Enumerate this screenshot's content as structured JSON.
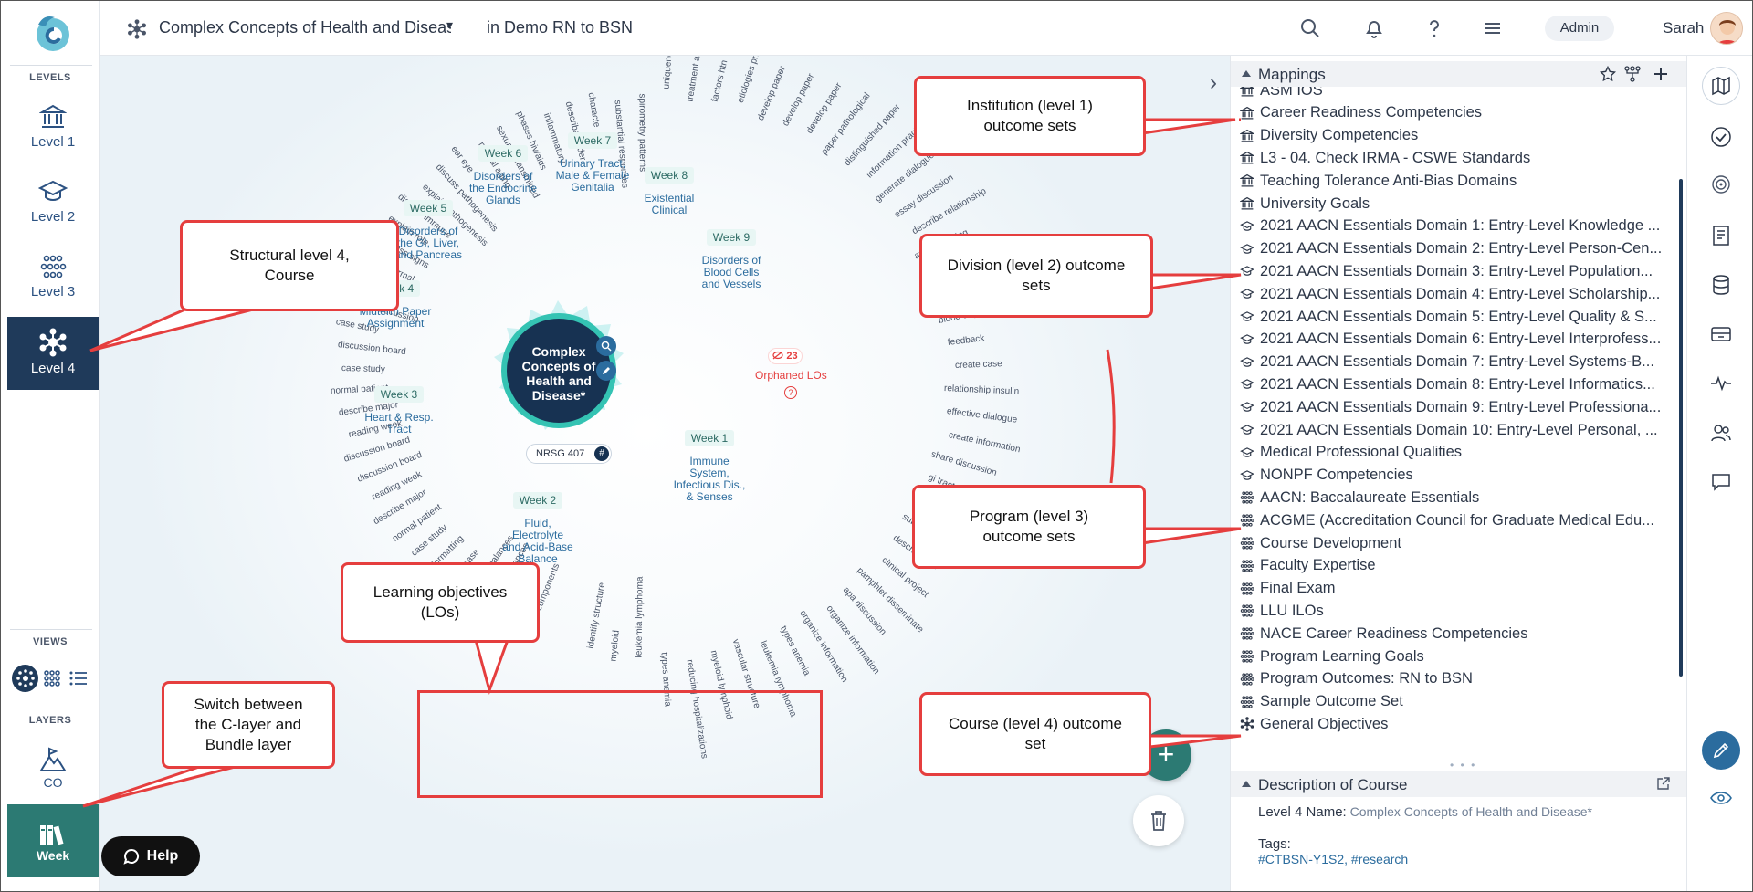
{
  "rail": {
    "levels_heading": "LEVELS",
    "levels": [
      {
        "label": "Level 1",
        "icon": "institution-icon"
      },
      {
        "label": "Level 2",
        "icon": "graduation-cap-icon"
      },
      {
        "label": "Level 3",
        "icon": "dots-grid-icon"
      },
      {
        "label": "Level 4",
        "icon": "snowflake-icon"
      }
    ],
    "views_heading": "VIEWS",
    "layers_heading": "LAYERS",
    "co_label": "CO",
    "week_label": "Week"
  },
  "header": {
    "course_title": "Complex Concepts of Health and Disease",
    "program": "in Demo RN to BSN",
    "admin_label": "Admin",
    "user_name": "Sarah"
  },
  "map": {
    "center_title": "Complex Concepts of Health and Disease*",
    "course_code": "NRSG 407",
    "hash": "#",
    "orphan_count": "23",
    "orphan_label": "Orphaned LOs",
    "orphan_q": "?",
    "add_label": "+",
    "weeks": [
      {
        "week": "Week 1",
        "title": [
          "Immune",
          "System,",
          "Infectious Dis.,",
          "& Senses"
        ]
      },
      {
        "week": "Week 2",
        "title": [
          "Fluid,",
          "Electrolyte",
          "and Acid-Base",
          "Balance"
        ]
      },
      {
        "week": "Week 3",
        "title": [
          "Heart & Resp.",
          "Tract"
        ]
      },
      {
        "week": "Week 4",
        "title": [
          "Midterm Paper",
          "Assignment"
        ]
      },
      {
        "week": "Week 5",
        "title": [
          "Disorders of",
          "the GI, Liver,",
          "and Pancreas"
        ]
      },
      {
        "week": "Week 6",
        "title": [
          "Disorders of",
          "the Endocrine",
          "Glands"
        ]
      },
      {
        "week": "Week 7",
        "title": [
          "Urinary Tract,",
          "Male & Female",
          "Genitalia"
        ]
      },
      {
        "week": "Week 8",
        "title": [
          "Existential",
          "Clinical"
        ]
      },
      {
        "week": "Week 9",
        "title": [
          "Disorders of",
          "Blood Cells",
          "and Vessels"
        ]
      }
    ],
    "los": [
      "basic components",
      "create case",
      "electrolyte imbalances",
      "acid-base balances",
      "present case",
      "apa formatting",
      "case study",
      "normal patient",
      "describe major",
      "reading week",
      "discussion board",
      "discussion board",
      "reading week",
      "describe major",
      "normal patient",
      "case study",
      "discussion board",
      "case study",
      "ability discussion",
      "describe ear",
      "identify normal",
      "discuss signs",
      "explain role",
      "discuss immune",
      "explain pathogenesis",
      "discuss pathogenesis",
      "ear eye",
      "normal aging",
      "sexually transmitted",
      "phases hiv/aids",
      "inflammatory",
      "describe under",
      "characte",
      "substantial responses",
      "spirometry patterns",
      "uniqueness heart",
      "treatment atherosclerosis",
      "factors htn",
      "etiologies pneumonia",
      "develop paper",
      "develop paper",
      "develop paper",
      "paper pathological",
      "distinguished paper",
      "information practice",
      "generate dialogue",
      "essay discussion",
      "describe relationship",
      "apa formatting",
      "endocrine glands",
      "presentation diabetes",
      "blood sugar",
      "feedback",
      "create case",
      "relationship insulin",
      "effective dialogue",
      "create information",
      "share discussion",
      "gi tract",
      "apa formatting",
      "substantial discussion",
      "describe liver",
      "clinical project",
      "pamphlet disseminate",
      "apa discussion",
      "organize information",
      "organize information",
      "types anemia",
      "leukemia lymphoma",
      "vascular structure",
      "myeloid lymphoid",
      "reducing hospitalizations",
      "types anemia",
      "leukemia lymphoma",
      "myeloid",
      "identify structure"
    ]
  },
  "panel": {
    "mappings_title": "Mappings",
    "items": [
      {
        "label": "ASM IOS",
        "icon": "institution-icon"
      },
      {
        "label": "Career Readiness Competencies",
        "icon": "institution-icon"
      },
      {
        "label": "Diversity Competencies",
        "icon": "institution-icon"
      },
      {
        "label": "L3 - 04. Check IRMA - CSWE Standards",
        "icon": "institution-icon"
      },
      {
        "label": "Teaching Tolerance Anti-Bias Domains",
        "icon": "institution-icon"
      },
      {
        "label": "University Goals",
        "icon": "institution-icon"
      },
      {
        "label": "2021 AACN Essentials Domain 1: Entry-Level Knowledge ...",
        "icon": "graduation-cap-icon"
      },
      {
        "label": "2021 AACN Essentials Domain 2: Entry-Level Person-Cen...",
        "icon": "graduation-cap-icon"
      },
      {
        "label": "2021 AACN Essentials Domain 3: Entry-Level Population...",
        "icon": "graduation-cap-icon"
      },
      {
        "label": "2021 AACN Essentials Domain 4: Entry-Level Scholarship...",
        "icon": "graduation-cap-icon"
      },
      {
        "label": "2021 AACN Essentials Domain 5: Entry-Level Quality & S...",
        "icon": "graduation-cap-icon"
      },
      {
        "label": "2021 AACN Essentials Domain 6: Entry-Level Interprofess...",
        "icon": "graduation-cap-icon"
      },
      {
        "label": "2021 AACN Essentials Domain 7: Entry-Level Systems-B...",
        "icon": "graduation-cap-icon"
      },
      {
        "label": "2021 AACN Essentials Domain 8: Entry-Level Informatics...",
        "icon": "graduation-cap-icon"
      },
      {
        "label": "2021 AACN Essentials Domain 9: Entry-Level Professiona...",
        "icon": "graduation-cap-icon"
      },
      {
        "label": "2021 AACN Essentials Domain 10: Entry-Level Personal, ...",
        "icon": "graduation-cap-icon"
      },
      {
        "label": "Medical Professional Qualities",
        "icon": "graduation-cap-icon"
      },
      {
        "label": "NONPF Competencies",
        "icon": "graduation-cap-icon"
      },
      {
        "label": "AACN: Baccalaureate Essentials",
        "icon": "dots-grid-icon"
      },
      {
        "label": "ACGME (Accreditation Council for Graduate Medical Edu...",
        "icon": "dots-grid-icon"
      },
      {
        "label": "Course Development",
        "icon": "dots-grid-icon"
      },
      {
        "label": "Faculty Expertise",
        "icon": "dots-grid-icon"
      },
      {
        "label": "Final Exam",
        "icon": "dots-grid-icon"
      },
      {
        "label": "LLU ILOs",
        "icon": "dots-grid-icon"
      },
      {
        "label": "NACE Career Readiness Competencies",
        "icon": "dots-grid-icon"
      },
      {
        "label": "Program Learning Goals",
        "icon": "dots-grid-icon"
      },
      {
        "label": "Program Outcomes: RN to BSN",
        "icon": "dots-grid-icon"
      },
      {
        "label": "Sample Outcome Set",
        "icon": "dots-grid-icon"
      },
      {
        "label": "General Objectives",
        "icon": "snowflake-icon"
      }
    ],
    "description_title": "Description of Course",
    "level4_name_label": "Level 4 Name:",
    "level4_name_value": "Complex Concepts of Health and Disease*",
    "tags_label": "Tags:",
    "tags_value": "#CTBSN-Y1S2, #research"
  },
  "help_label": "Help",
  "callouts": {
    "institution": [
      "Institution (level 1)",
      "outcome sets"
    ],
    "structural": [
      "Structural level 4,",
      "Course"
    ],
    "division": [
      "Division (level 2) outcome",
      "sets"
    ],
    "program": [
      "Program (level 3)",
      "outcome sets"
    ],
    "los": [
      "Learning objectives",
      "(LOs)"
    ],
    "switch": [
      "Switch between",
      "the C-layer and",
      "Bundle layer"
    ],
    "course": [
      "Course (level 4) outcome",
      "set"
    ]
  },
  "colors": {
    "navy": "#1f3a5a",
    "teal": "#2c7a73",
    "callout_red": "#e53e3e",
    "link_blue": "#2b6c9e"
  }
}
